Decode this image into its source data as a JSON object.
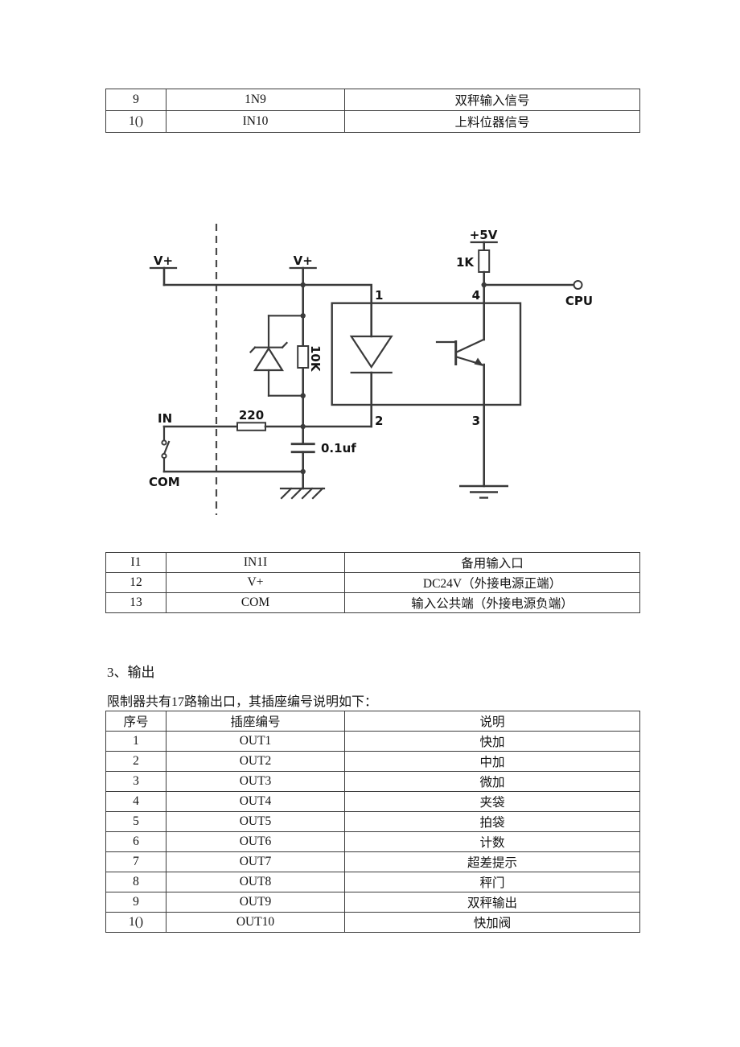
{
  "section": {
    "heading": "3、输出",
    "intro": "限制器共有17路输出口，其插座编号说明如下："
  },
  "tables": {
    "inputTop": {
      "rows": [
        [
          "9",
          "1N9",
          "双秤输入信号"
        ],
        [
          "1()",
          "IN10",
          "上料位器信号"
        ]
      ]
    },
    "inputBottom": {
      "rows": [
        [
          "I1",
          "IN1I",
          "备用输入口"
        ],
        [
          "12",
          "V+",
          "DC24V（外接电源正端）"
        ],
        [
          "13",
          "COM",
          "输入公共端（外接电源负端）"
        ]
      ]
    },
    "output": {
      "headers": [
        "序号",
        "插座编号",
        "说明"
      ],
      "rows": [
        [
          "1",
          "OUT1",
          "快加"
        ],
        [
          "2",
          "OUT2",
          "中加"
        ],
        [
          "3",
          "OUT3",
          "微加"
        ],
        [
          "4",
          "OUT4",
          "夹袋"
        ],
        [
          "5",
          "OUT5",
          "拍袋"
        ],
        [
          "6",
          "OUT6",
          "计数"
        ],
        [
          "7",
          "OUT7",
          "超差提示"
        ],
        [
          "8",
          "OUT8",
          "秤门"
        ],
        [
          "9",
          "OUT9",
          "双秤输出"
        ],
        [
          "1()",
          "OUT10",
          "快加阀"
        ]
      ]
    }
  },
  "circuit": {
    "labels": {
      "v_plus_left": "V+",
      "v_plus_mid": "V+",
      "plus_5v": "+5V",
      "r_pullup": "1K",
      "r_series": "220",
      "r_parallel": "10K",
      "capacitor": "0.1uf",
      "input": "IN",
      "common": "COM",
      "cpu": "CPU"
    },
    "pins": {
      "p1": "1",
      "p2": "2",
      "p3": "3",
      "p4": "4"
    },
    "colors": {
      "wire": "#3a3a3a",
      "text": "#141414",
      "page": "#ffffff"
    }
  }
}
